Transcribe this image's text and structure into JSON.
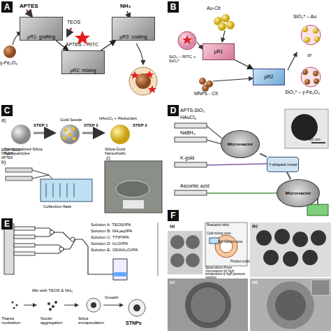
{
  "diagram": {
    "nodes": [
      {
        "text": [
          "A"
        ]
      },
      {
        "text": [
          "B"
        ]
      },
      {
        "text": [
          "C"
        ]
      },
      {
        "text": [
          "D"
        ]
      },
      {
        "text": [
          "E"
        ]
      },
      {
        "text": [
          "F"
        ]
      },
      {
        "text": [
          "μR1: grafting"
        ]
      },
      {
        "text": [
          "μR2: mixing"
        ]
      },
      {
        "text": [
          "μR3: coating"
        ]
      },
      {
        "text": [
          "μR1"
        ]
      },
      {
        "text": [
          "μR2"
        ]
      },
      {
        "text": [
          "Microreactor"
        ]
      },
      {
        "text": [
          "Y-shaped mixer"
        ]
      },
      {
        "text": [
          "Microreactor"
        ]
      }
    ],
    "edges": [
      {
        "from": 6,
        "to": 7,
        "arrow": "to"
      },
      {
        "from": 7,
        "to": 8,
        "arrow": "to"
      },
      {
        "from": 9,
        "to": 10,
        "arrow": "to"
      },
      {
        "from": 11,
        "to": 12,
        "arrow": "none"
      },
      {
        "from": 12,
        "to": 13,
        "arrow": "none"
      }
    ],
    "labels": [
      "APTES",
      "γ-Fe₂O₃",
      "TEOS",
      "APTES – RITC",
      "NH₃",
      "SiO₂ – RITC + SiO₂*",
      "Au-Cit",
      "MNPs - Cit",
      "SiO₂* – Au",
      "or",
      "SiO₂* – γ-Fe₂O₃",
      "a)",
      "EtOH TEOS NH₄OH APTES",
      "STEP 1",
      "Gold Seeds",
      "STEP 2",
      "HAuCl₄ + Reductant",
      "STEP 3",
      "Functionalized Silica Nanoparticles",
      "Silica-Gold Nanoshells",
      "b)",
      "c)",
      "Collection flask",
      "APTS-SiO₂",
      "HAuCl₄",
      "NaBH₄",
      "K-gold",
      "Ascorbic acid",
      "50 nm",
      "Solution A: TEOS/IPA",
      "Solution B: NH₃aq/IPA",
      "Solution C: TTIP/IPA",
      "Solution D: H₂O/IPA",
      "Solution E: ODA/H₂O/IPA",
      "Mix with TEOS & NH₃",
      "Titania nucleation",
      "Nuclei aggregation",
      "Silica encapsulation",
      "Growth",
      "STNPs",
      "(a)",
      "(b)",
      "(c)",
      "(d)",
      "Reactants inlets",
      "Product outlet",
      "Spiral silicon-Pyrex microreactor for high temperature & high pressure reaction",
      "Cold mixing zone",
      "Hot reaction zone"
    ]
  }
}
